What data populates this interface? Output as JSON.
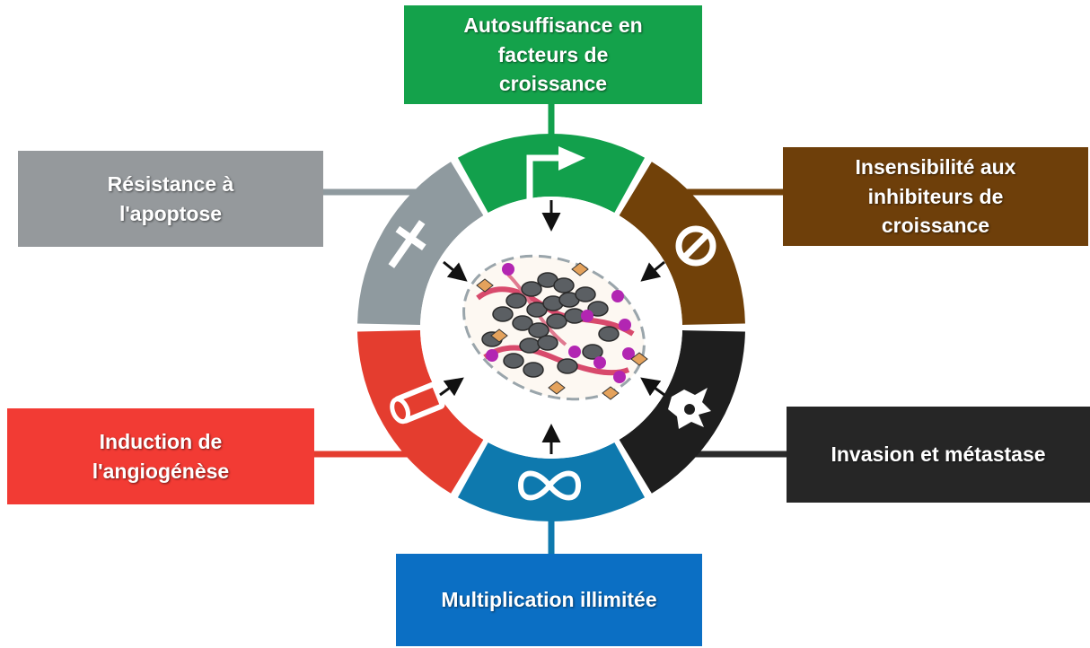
{
  "hallmarks": [
    {
      "id": "top",
      "label": "Autosuffisance en\nfacteurs de\ncroissance",
      "color": "#14A24B",
      "icon": "bent-arrow-icon"
    },
    {
      "id": "tr",
      "label": "Insensibilité aux\ninhibiteurs de\ncroissance",
      "color": "#6E3F0A",
      "icon": "prohibition-icon"
    },
    {
      "id": "right",
      "label": "Invasion et métastase",
      "color": "#262626",
      "icon": "migrating-cell-icon"
    },
    {
      "id": "bottom",
      "label": "Multiplication illimitée",
      "color": "#0B6FC4",
      "icon": "infinity-icon"
    },
    {
      "id": "left",
      "label": "Induction de\nl'angiogénèse",
      "color": "#F23B34",
      "icon": "vessel-icon"
    },
    {
      "id": "tl",
      "label": "Résistance à\nl'apoptose",
      "color": "#95999C",
      "icon": "dagger-icon"
    }
  ],
  "ring_colors": {
    "top": "#12A04C",
    "tr": "#714109",
    "right": "#1E1E1E",
    "bottom": "#0E79AE",
    "left": "#E43D2F",
    "tl": "#8F9A9F"
  },
  "connector_colors": {
    "top": "#12A04C",
    "tr": "#714109",
    "right": "#2A2A2A",
    "bottom": "#0E79AE",
    "left": "#E43D2F",
    "tl": "#8F9A9F"
  },
  "center_icon": "tumor-cells-icon"
}
